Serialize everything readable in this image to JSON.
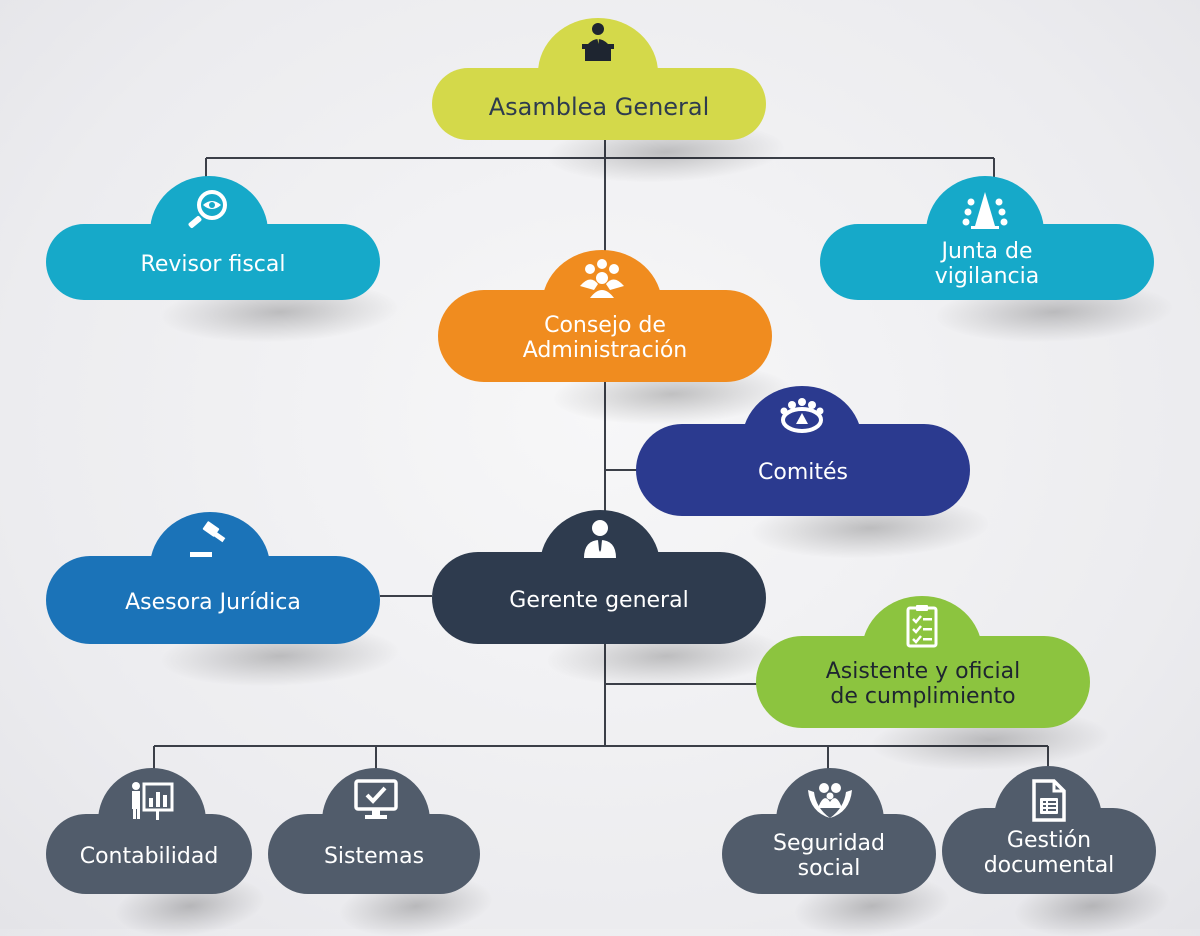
{
  "colors": {
    "line": "#3b3f48",
    "asamblea": "#d4d94a",
    "revisor": "#16a9c9",
    "junta": "#16a9c9",
    "consejo": "#f08c1f",
    "comites": "#2b3a8f",
    "asesora": "#1b73b8",
    "gerente": "#2e3b4e",
    "asistente": "#8cc43f",
    "bottom": "#515c6b",
    "icon": "#ffffff",
    "icon_dark": "#1e2530"
  },
  "nodes": {
    "asamblea": {
      "label": "Asamblea General",
      "icon": "speaker-podium-icon"
    },
    "revisor": {
      "label": "Revisor fiscal",
      "icon": "magnifier-eye-icon"
    },
    "junta": {
      "label": "Junta de\nvigilancia",
      "icon": "meeting-table-icon"
    },
    "consejo": {
      "label": "Consejo de\nAdministración",
      "icon": "group-people-icon"
    },
    "comites": {
      "label": "Comités",
      "icon": "round-table-icon"
    },
    "asesora": {
      "label": "Asesora Jurídica",
      "icon": "gavel-icon"
    },
    "gerente": {
      "label": "Gerente general",
      "icon": "manager-icon"
    },
    "asistente": {
      "label": "Asistente y oficial\nde cumplimiento",
      "icon": "checklist-clipboard-icon"
    },
    "contabilidad": {
      "label": "Contabilidad",
      "icon": "presentation-chart-icon"
    },
    "sistemas": {
      "label": "Sistemas",
      "icon": "computer-check-icon"
    },
    "seguridad": {
      "label": "Seguridad social",
      "icon": "family-hands-icon"
    },
    "gestion": {
      "label": "Gestión\ndocumental",
      "icon": "document-list-icon"
    }
  }
}
